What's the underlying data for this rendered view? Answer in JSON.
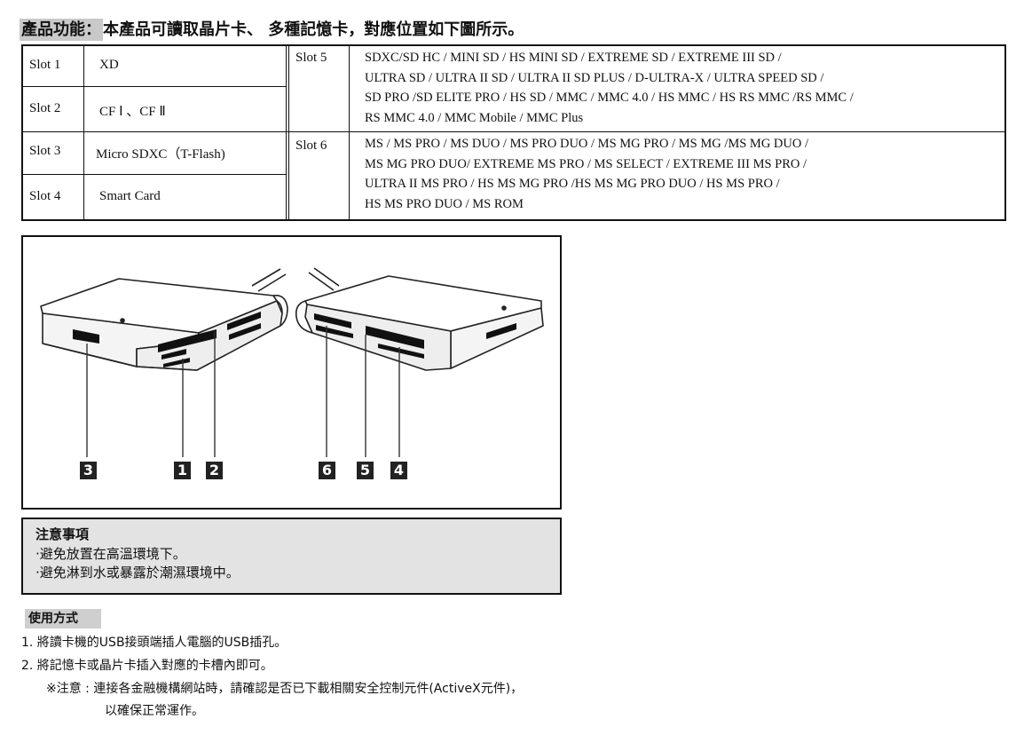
{
  "heading": {
    "label": "產品功能：",
    "text": "本產品可讀取晶片卡、 多種記憶卡，對應位置如下圖所示。"
  },
  "slots_left": [
    {
      "slot": "Slot 1",
      "cards": "XD"
    },
    {
      "slot": "Slot 2",
      "cards": "CF Ⅰ 、CF Ⅱ"
    },
    {
      "slot": "Slot 3",
      "cards": "Micro SDXC（T-Flash)"
    },
    {
      "slot": "Slot 4",
      "cards": "Smart Card"
    }
  ],
  "slot5": {
    "slot": "Slot 5",
    "lines": [
      "SDXC/SD HC / MINI SD / HS MINI SD / EXTREME SD / EXTREME III SD /",
      "ULTRA SD / ULTRA II SD / ULTRA II SD PLUS / D-ULTRA-X / ULTRA SPEED SD /",
      "SD PRO /SD ELITE PRO / HS SD / MMC / MMC 4.0 / HS MMC / HS RS MMC /RS MMC /",
      "RS MMC 4.0 / MMC Mobile / MMC Plus"
    ]
  },
  "slot6": {
    "slot": "Slot 6",
    "lines": [
      "MS / MS PRO / MS DUO / MS PRO DUO / MS MG PRO / MS MG /MS MG DUO /",
      "MS MG PRO DUO/ EXTREME MS PRO / MS SELECT / EXTREME III MS PRO /",
      "ULTRA II MS PRO / HS MS MG PRO /HS MS MG PRO DUO / HS MS PRO /",
      "HS MS PRO DUO / MS ROM"
    ]
  },
  "figure": {
    "badges": [
      "3",
      "1",
      "2",
      "6",
      "5",
      "4"
    ]
  },
  "notice": {
    "title": "注意事項",
    "items": [
      "‧避免放置在高溫環境下。",
      "‧避免淋到水或暴露於潮濕環境中。"
    ]
  },
  "usage": {
    "title": "使用方式",
    "steps": [
      "1. 將讀卡機的USB接頭端插人電腦的USB插孔。",
      "2. 將記憶卡或晶片卡插入對應的卡槽內即可。"
    ],
    "note_line1": "※注意 : 連接各金融機構網站時，請確認是否已下載相關安全控制元件(ActiveX元件)，",
    "note_line2": "以確保正常運作。"
  }
}
